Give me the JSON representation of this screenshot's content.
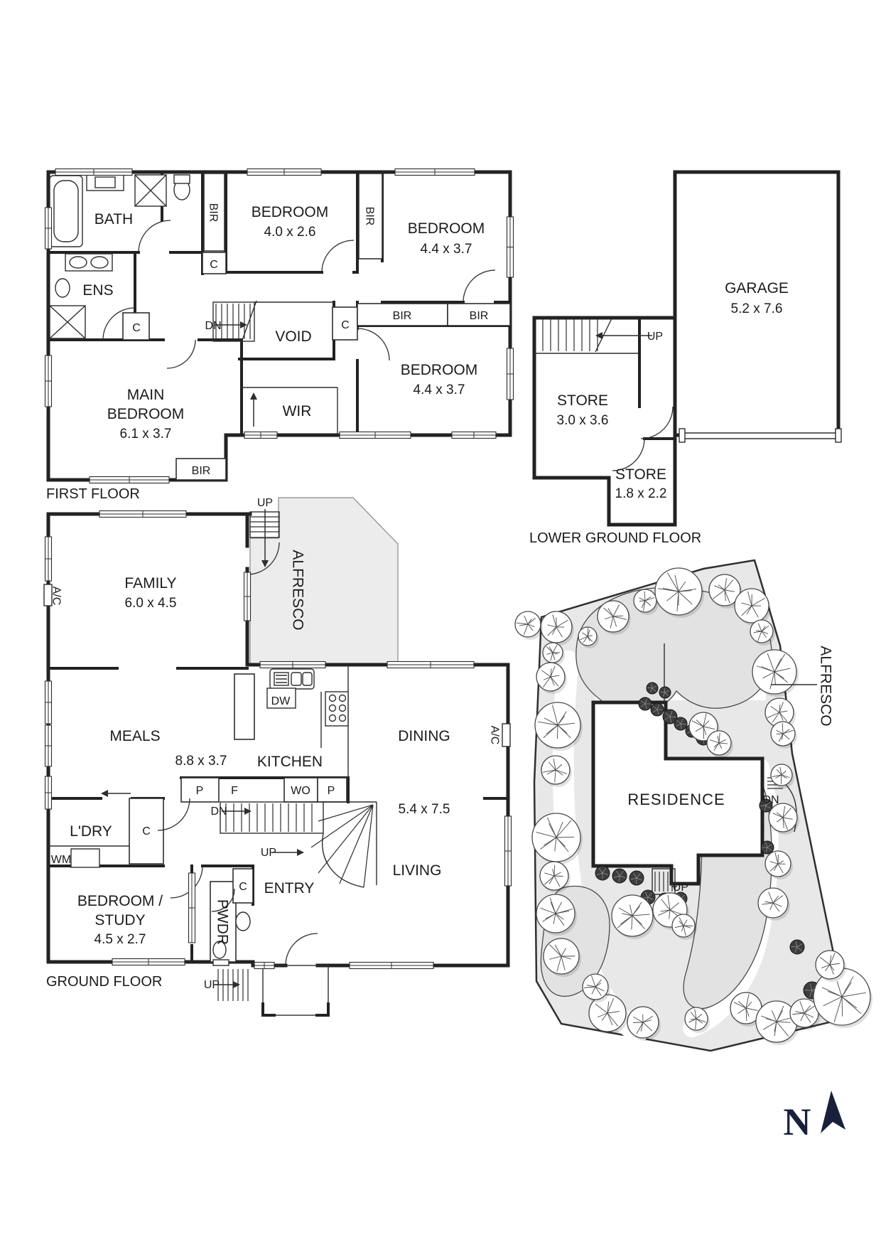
{
  "colors": {
    "wall": "#222222",
    "label": "#1b1b1b",
    "shade": "#ececec",
    "site_base": "#e8e8e8",
    "lawn": "#e2e2e2",
    "path": "#ffffff",
    "north": "#17203d"
  },
  "first_floor": {
    "title": "FIRST FLOOR",
    "bath": "BATH",
    "ens": "ENS",
    "bedroom1_name": "BEDROOM",
    "bedroom1_dim": "4.0 x 2.6",
    "bedroom2_name": "BEDROOM",
    "bedroom2_dim": "4.4 x 3.7",
    "bedroom3_name": "BEDROOM",
    "bedroom3_dim": "4.4 x 3.7",
    "main_bedroom_l1": "MAIN",
    "main_bedroom_l2": "BEDROOM",
    "main_bedroom_dim": "6.1 x 3.7",
    "void": "VOID",
    "wir": "WIR",
    "bir": "BIR",
    "closet": "C",
    "dn": "DN"
  },
  "lower_ground": {
    "title": "LOWER GROUND FLOOR",
    "garage": "GARAGE",
    "garage_dim": "5.2 x 7.6",
    "store1": "STORE",
    "store1_dim": "3.0 x 3.6",
    "store2": "STORE",
    "store2_dim": "1.8 x 2.2",
    "up": "UP"
  },
  "ground_floor": {
    "title": "GROUND FLOOR",
    "family": "FAMILY",
    "family_dim": "6.0 x 4.5",
    "alfresco": "ALFRESCO",
    "meals": "MEALS",
    "meals_kitchen_dim": "8.8 x 3.7",
    "kitchen": "KITCHEN",
    "dishwasher": "DW",
    "dining": "DINING",
    "dining_living_dim": "5.4 x 7.5",
    "living": "LIVING",
    "laundry": "L'DRY",
    "washing_machine": "WM",
    "closet": "C",
    "bed_study_l1": "BEDROOM /",
    "bed_study_l2": "STUDY",
    "bed_study_dim": "4.5 x 2.7",
    "powder": "PWDR",
    "entry": "ENTRY",
    "pantry": "P",
    "fridge": "F",
    "wall_oven": "WO",
    "ac": "A/C",
    "up": "UP",
    "dn": "DN"
  },
  "site": {
    "residence": "RESIDENCE",
    "alfresco": "ALFRESCO",
    "up": "UP",
    "dn": "DN",
    "north": "N",
    "trees": [
      [
        783,
        882,
        22
      ],
      [
        743,
        878,
        18
      ],
      [
        863,
        867,
        22
      ],
      [
        827,
        895,
        13
      ],
      [
        908,
        845,
        16
      ],
      [
        955,
        832,
        33
      ],
      [
        1020,
        830,
        22
      ],
      [
        1058,
        852,
        24
      ],
      [
        1072,
        888,
        16
      ],
      [
        1090,
        945,
        31
      ],
      [
        1097,
        1002,
        20
      ],
      [
        1102,
        1032,
        17
      ],
      [
        1100,
        1090,
        15
      ],
      [
        1102,
        1150,
        20
      ],
      [
        1095,
        1215,
        18
      ],
      [
        1088,
        1270,
        21
      ],
      [
        778,
        918,
        14
      ],
      [
        775,
        952,
        20
      ],
      [
        785,
        1020,
        32
      ],
      [
        782,
        1083,
        20
      ],
      [
        783,
        1178,
        34
      ],
      [
        780,
        1232,
        20
      ],
      [
        782,
        1285,
        27
      ],
      [
        790,
        1345,
        25
      ],
      [
        855,
        1425,
        26
      ],
      [
        905,
        1438,
        22
      ],
      [
        980,
        1433,
        16
      ],
      [
        1050,
        1418,
        22
      ],
      [
        1093,
        1437,
        29
      ],
      [
        1132,
        1425,
        20
      ],
      [
        1185,
        1402,
        40
      ],
      [
        1168,
        1357,
        20
      ],
      [
        890,
        1288,
        29
      ],
      [
        943,
        1280,
        24
      ],
      [
        990,
        1022,
        20
      ],
      [
        1012,
        1045,
        17
      ],
      [
        838,
        1388,
        18
      ],
      [
        962,
        1302,
        16
      ]
    ],
    "shrubs": [
      [
        908,
        990,
        9
      ],
      [
        925,
        998,
        9
      ],
      [
        943,
        1008,
        10
      ],
      [
        958,
        1018,
        9
      ],
      [
        974,
        1028,
        9
      ],
      [
        990,
        1038,
        10
      ],
      [
        1005,
        1048,
        9
      ],
      [
        848,
        1228,
        10
      ],
      [
        872,
        1232,
        10
      ],
      [
        896,
        1235,
        10
      ],
      [
        912,
        1262,
        10
      ],
      [
        936,
        1266,
        10
      ],
      [
        958,
        1264,
        9
      ],
      [
        1078,
        1133,
        9
      ],
      [
        1080,
        1192,
        9
      ],
      [
        1143,
        1393,
        12
      ],
      [
        1122,
        1332,
        10
      ],
      [
        918,
        968,
        8
      ],
      [
        936,
        974,
        8
      ]
    ]
  },
  "windows": {
    "first_floor": [
      [
        78,
        237.5,
        108,
        "h"
      ],
      [
        348,
        237.5,
        104,
        "h"
      ],
      [
        556,
        237.5,
        112,
        "h"
      ],
      [
        63.5,
        292,
        58,
        "v"
      ],
      [
        63.5,
        500,
        72,
        "v"
      ],
      [
        713.5,
        305,
        85,
        "v"
      ],
      [
        713.5,
        490,
        72,
        "v"
      ],
      [
        126,
        670.5,
        112,
        "h"
      ],
      [
        344,
        607.5,
        46,
        "h"
      ],
      [
        478,
        607.5,
        100,
        "h"
      ],
      [
        636,
        607.5,
        62,
        "h"
      ]
    ],
    "ground_floor": [
      [
        140,
        718.5,
        122,
        "h"
      ],
      [
        63.5,
        755,
        62,
        "v"
      ],
      [
        63.5,
        958,
        60,
        "v"
      ],
      [
        63.5,
        1020,
        58,
        "v"
      ],
      [
        63.5,
        1092,
        46,
        "v"
      ],
      [
        343.5,
        805,
        68,
        "v"
      ],
      [
        366,
        930.5,
        92,
        "h"
      ],
      [
        545,
        930.5,
        122,
        "h"
      ],
      [
        710.5,
        1148,
        98,
        "v"
      ],
      [
        492,
        1353.5,
        118,
        "h"
      ],
      [
        358,
        1353.5,
        28,
        "h"
      ],
      [
        158,
        1348.5,
        102,
        "h"
      ],
      [
        265.5,
        1228,
        98,
        "v"
      ]
    ]
  }
}
